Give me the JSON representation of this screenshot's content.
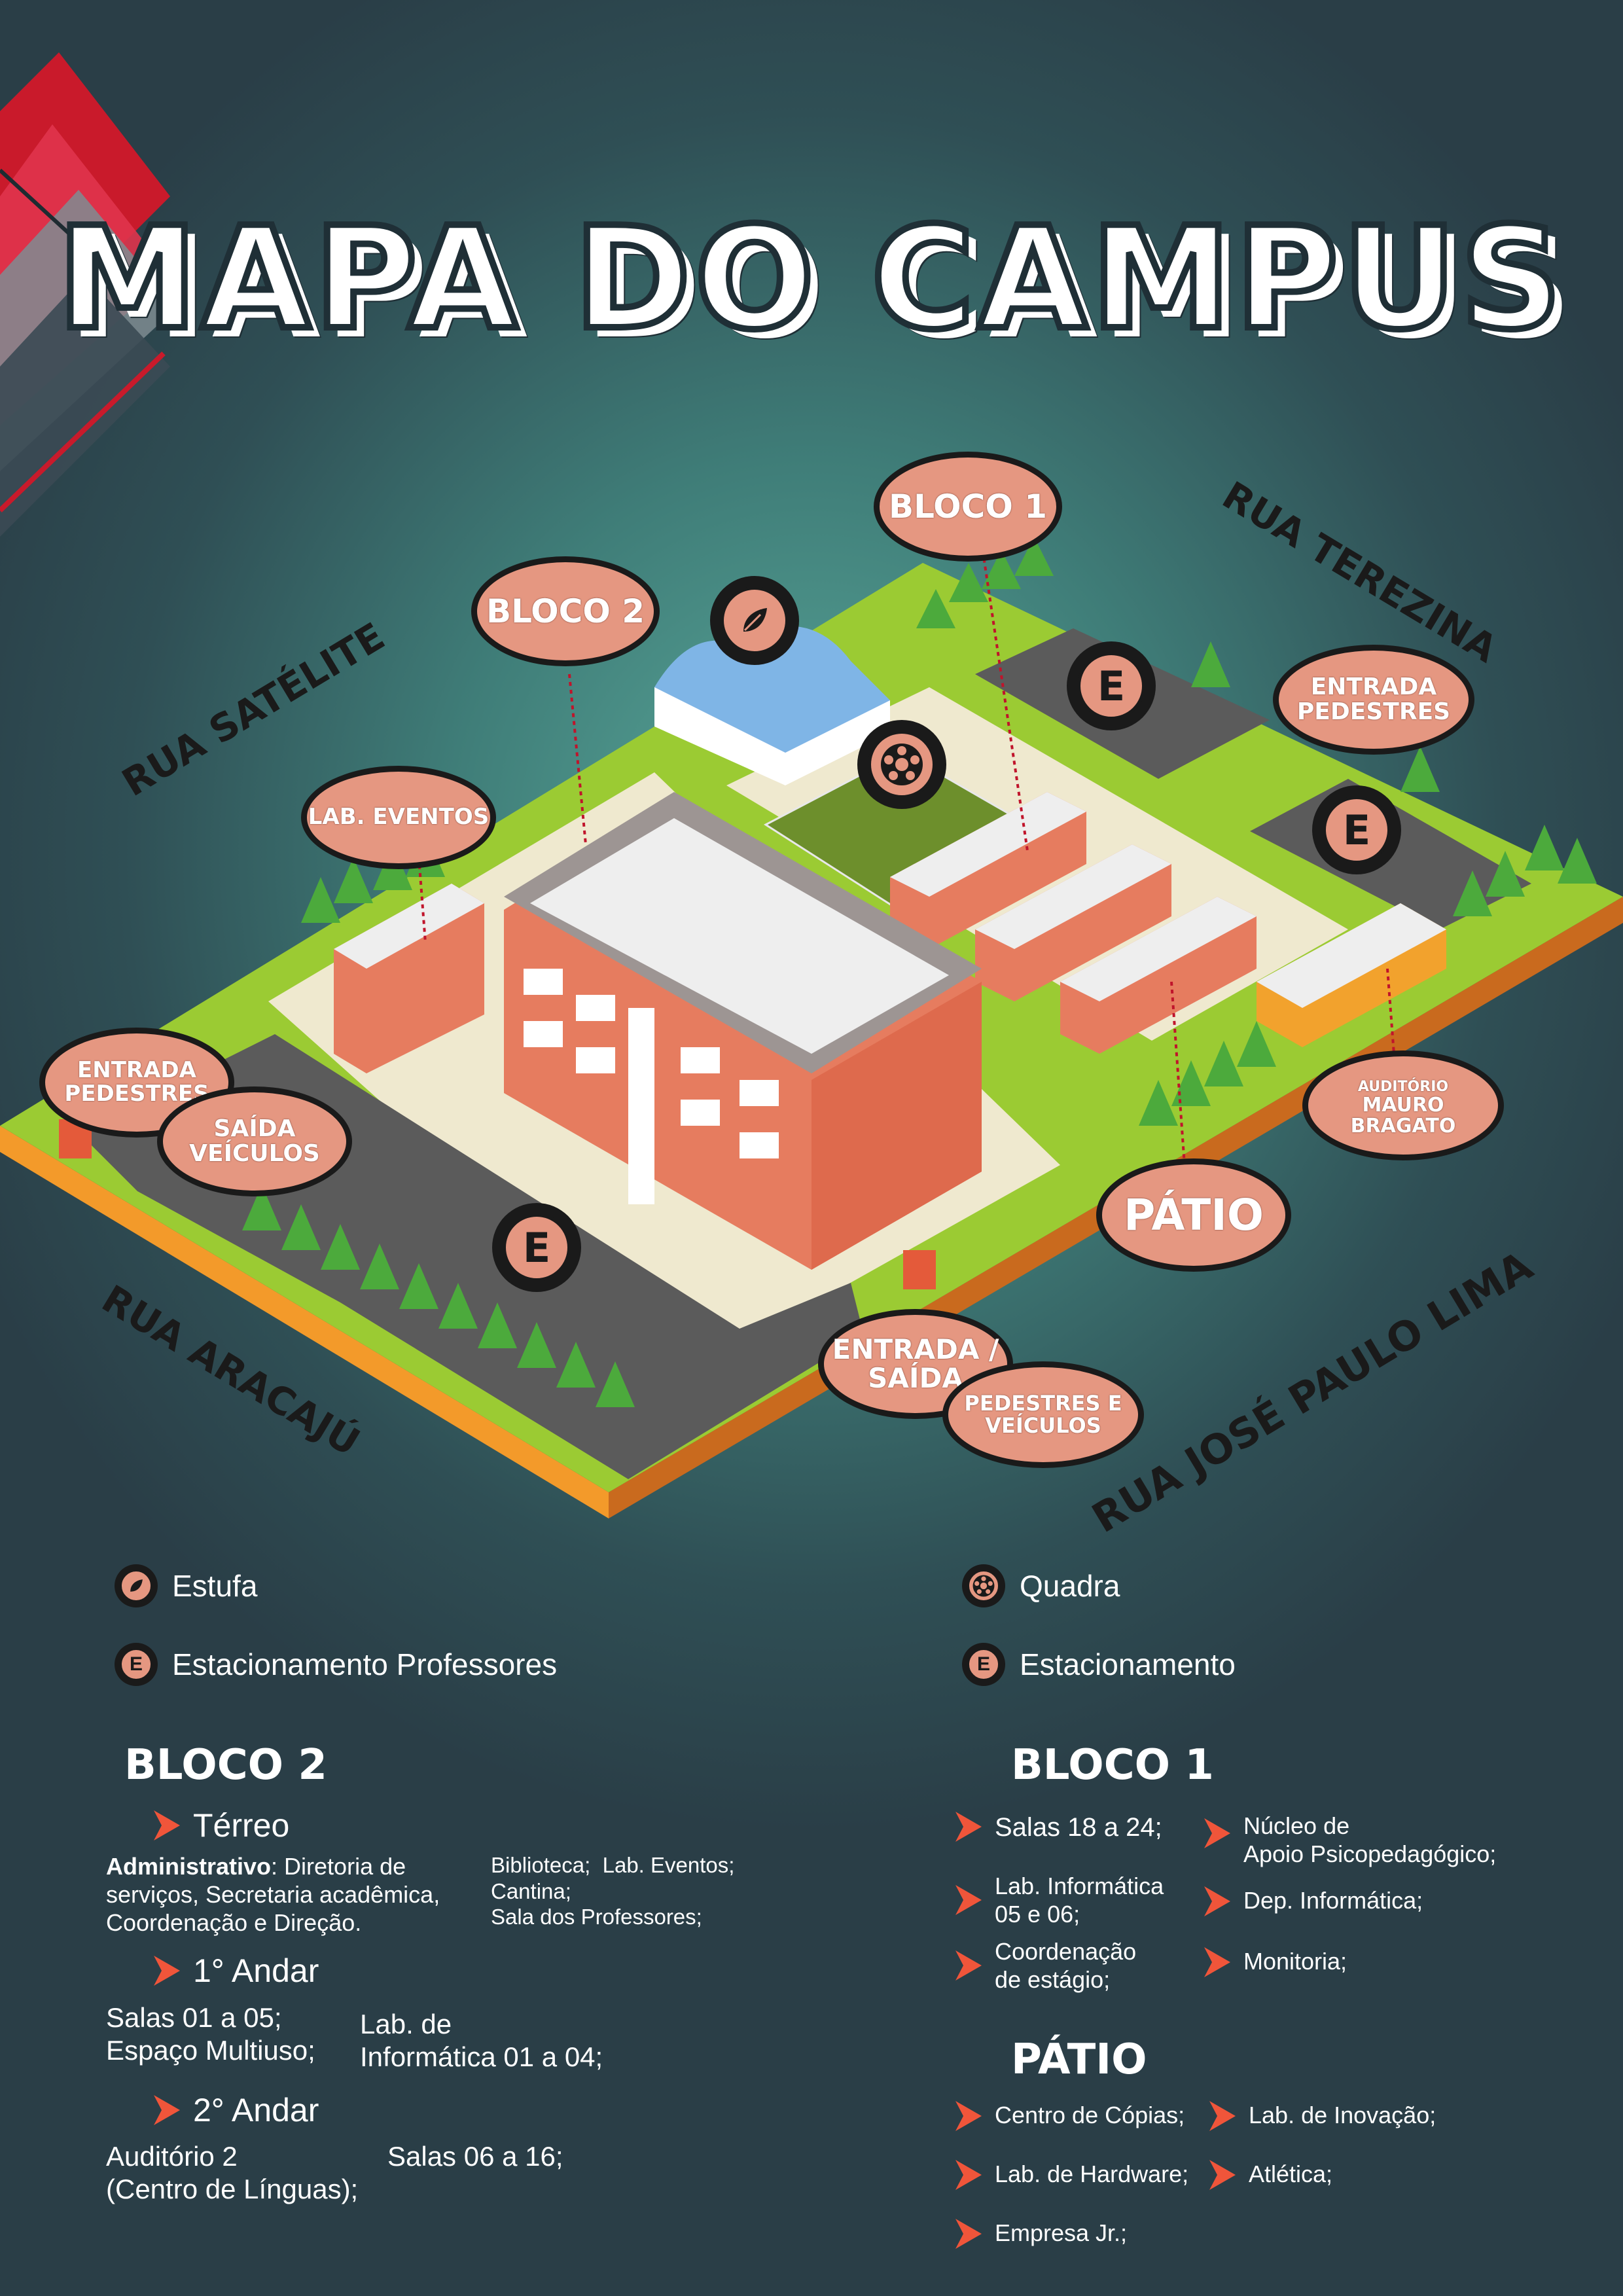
{
  "title": "MAPA DO CAMPUS",
  "colors": {
    "accent": "#e59781",
    "grass": "#9bcb33",
    "building": "#e67c5f",
    "arrow": "#f0553a"
  },
  "streets": {
    "satelite": "RUA SATÉLITE",
    "terezina": "RUA TEREZINA",
    "aracaju": "RUA ARACAJÚ",
    "jose_paulo_lima": "RUA JOSÉ PAULO LIMA"
  },
  "map_labels": {
    "bloco1": "BLOCO 1",
    "bloco2": "BLOCO 2",
    "lab_eventos": "LAB. EVENTOS",
    "entrada_pedestres_right": [
      "ENTRADA",
      "PEDESTRES"
    ],
    "entrada_pedestres_left": [
      "ENTRADA",
      "PEDESTRES"
    ],
    "saida_veiculos": [
      "SAÍDA",
      "VEÍCULOS"
    ],
    "auditorio": [
      "AUDITÓRIO",
      "MAURO BRAGATO"
    ],
    "patio": "PÁTIO",
    "entrada_saida": [
      "ENTRADA /",
      "SAÍDA"
    ],
    "pedestres_veiculos": [
      "PEDESTRES E",
      "VEÍCULOS"
    ],
    "parking_letter": "E"
  },
  "legend": {
    "estufa": "Estufa",
    "quadra": "Quadra",
    "estacionamento_professores": "Estacionamento Professores",
    "estacionamento": "Estacionamento"
  },
  "bloco2": {
    "title": "BLOCO 2",
    "terreo": {
      "label": "Térreo",
      "admin_bold": "Administrativo",
      "admin_rest": ": Diretoria de",
      "admin_line2": "serviços, Secretaria acadêmica,",
      "admin_line3": "Coordenação e Direção.",
      "right_line1a": "Biblioteca;",
      "right_line1b": "Lab. Eventos;",
      "right_line2": "Cantina;",
      "right_line3": "Sala dos Professores;"
    },
    "andar1": {
      "label": "1° Andar",
      "left_line1": "Salas 01 a 05;",
      "left_line2": "Espaço Multiuso;",
      "right_line1": "Lab. de",
      "right_line2": "Informática 01 a 04;"
    },
    "andar2": {
      "label": "2° Andar",
      "left_line1": "Auditório 2",
      "left_line2": "(Centro de Línguas);",
      "right_line1": "Salas 06 a 16;"
    }
  },
  "bloco1": {
    "title": "BLOCO 1",
    "items": [
      "Salas 18 a 24;",
      "Lab. Informática",
      "05 e 06;",
      "Coordenação",
      "de estágio;",
      "Núcleo de",
      "Apoio Psicopedagógico;",
      "Dep. Informática;",
      "Monitoria;"
    ]
  },
  "patio": {
    "title": "PÁTIO",
    "items": [
      "Centro de Cópias;",
      "Lab. de Hardware;",
      "Empresa Jr.;",
      "Lab. de Inovação;",
      "Atlética;"
    ]
  }
}
